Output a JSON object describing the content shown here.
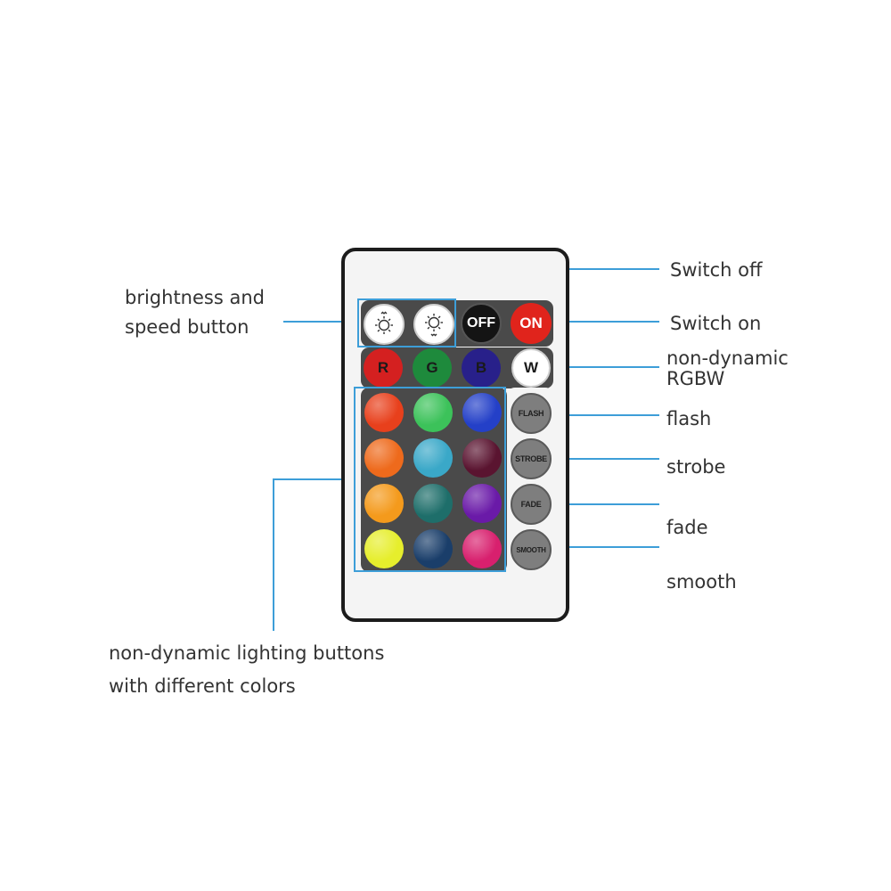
{
  "labels": {
    "brightness_line1": "brightness  and",
    "brightness_line2": "speed button",
    "switch_off": "Switch off",
    "switch_on": "Switch on",
    "rgbw_line1": "non-dynamic",
    "rgbw_line2": "RGBW",
    "flash": "flash",
    "strobe": "strobe",
    "fade": "fade",
    "smooth": "smooth",
    "lighting_line1": "non-dynamic  lighting  buttons",
    "lighting_line2": "with different colors"
  },
  "remote": {
    "power": {
      "off": "OFF",
      "on": "ON"
    },
    "rgbw": [
      "R",
      "G",
      "B",
      "W"
    ],
    "effects": [
      "FLASH",
      "STROBE",
      "FADE",
      "SMOOTH"
    ],
    "brightness_icons": [
      "brightness-up-icon",
      "brightness-down-icon"
    ],
    "color_grid": [
      [
        "#e8401c",
        "#3cc25a",
        "#2440c8"
      ],
      [
        "#ee6a1c",
        "#3aa8c8",
        "#5a1430"
      ],
      [
        "#f49a1c",
        "#1e6e6a",
        "#6a1aa8"
      ],
      [
        "#e6ee2c",
        "#1a3e6a",
        "#d8206e"
      ]
    ]
  },
  "colors": {
    "accent_line": "#3d9ed8",
    "off_button": "#141414",
    "on_button": "#e0241c",
    "r_button": "#d42020",
    "g_button": "#1e8a3c",
    "b_button": "#28208a",
    "label_text": "#333333"
  }
}
